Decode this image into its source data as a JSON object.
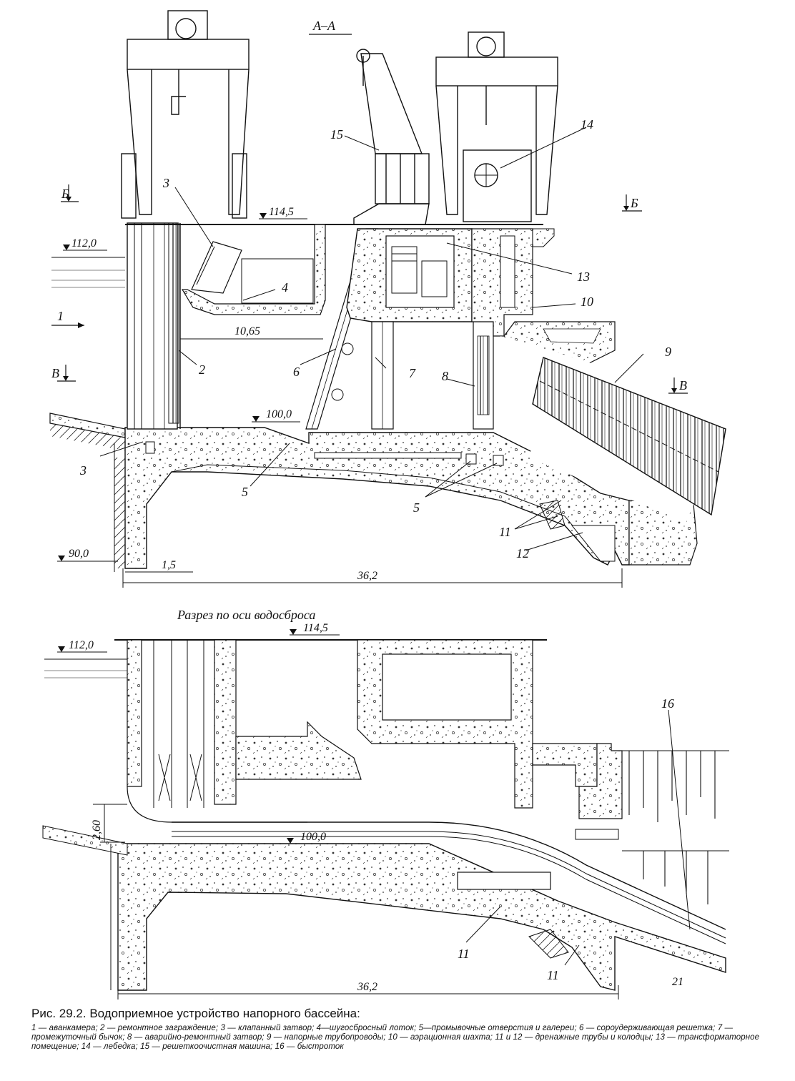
{
  "section_top": {
    "title": "А–А",
    "section_marks": [
      "Б",
      "Б",
      "В",
      "В"
    ],
    "elevations": [
      "114,5",
      "112,0",
      "100,0",
      "90,0"
    ],
    "dimensions": [
      "10,65",
      "1,5",
      "36,2"
    ],
    "callouts": [
      "1",
      "2",
      "3",
      "3",
      "4",
      "5",
      "5",
      "6",
      "7",
      "8",
      "9",
      "10",
      "11",
      "12",
      "13",
      "14",
      "15"
    ]
  },
  "section_bottom": {
    "title": "Разрез по оси водосброса",
    "elevations": [
      "114,5",
      "112,0",
      "100,0"
    ],
    "dimensions": [
      "2,60",
      "36,2"
    ],
    "callouts": [
      "11",
      "11",
      "16"
    ],
    "corner_mark": "21"
  },
  "caption": {
    "title": "Рис. 29.2. Водоприемное устройство напорного бассейна:",
    "legend": "1 — аванкамера; 2 — ремонтное заграждение; 3 — клапанный затвор; 4—шугосбросный лоток; 5—промывочные отверстия и галереи; 6 — сороудерживающая решетка; 7 — промежуточный бычок; 8 — аварийно-ремонтный затвор; 9 — напорные трубопроводы; 10 — аэрационная шахта; 11 и 12 — дренажные трубы и колодцы; 13 — трансформаторное помещение; 14 — лебедка; 15 — решеткоочистная машина; 16 — быстроток"
  }
}
